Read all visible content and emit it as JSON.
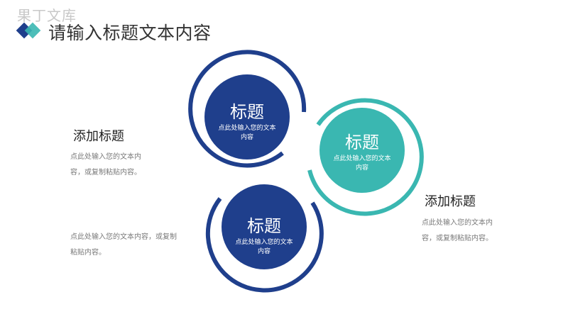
{
  "watermark": "果丁文库",
  "page_title": "请输入标题文本内容",
  "colors": {
    "dark_blue": "#1f3f8c",
    "teal": "#3ab7b1",
    "title_text": "#333333",
    "desc_text": "#7a7a7a"
  },
  "circles": [
    {
      "title": "标题",
      "desc": "点此处输入您的文本内容",
      "color": "dark-blue"
    },
    {
      "title": "标题",
      "desc": "点此处输入您的文本内容",
      "color": "teal"
    },
    {
      "title": "标题",
      "desc": "点此处输入您的文本内容",
      "color": "dark-blue"
    }
  ],
  "left_block": {
    "heading": "添加标题",
    "text_1": "点此处输入您的文本内",
    "text_2": "容，或复制粘贴内容。"
  },
  "left_bottom_block": {
    "text_1": "点此处输入您的文本内容，或复制",
    "text_2": "粘贴内容。"
  },
  "right_block": {
    "heading": "添加标题",
    "text_1": "点此处输入您的文本内",
    "text_2": "容，或复制粘贴内容。"
  }
}
